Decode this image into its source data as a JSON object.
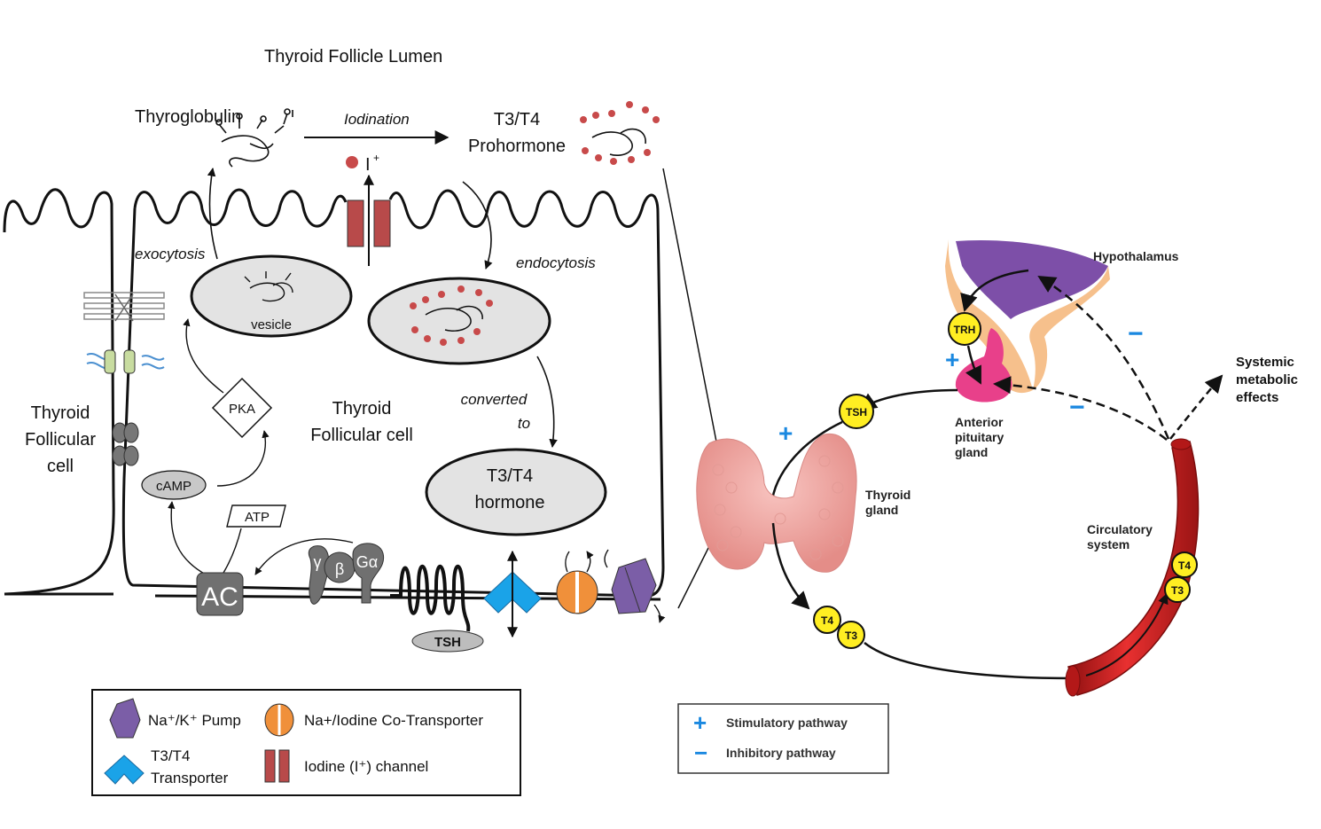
{
  "cell_panel": {
    "lumen_title": "Thyroid  Follicle Lumen",
    "thyroglobulin": "Thyroglobulin",
    "iodination": "Iodination",
    "prohormone_line1": "T3/T4",
    "prohormone_line2": "Prohormone",
    "iodide_label": "I",
    "iodide_charge": "+",
    "exocytosis": "exocytosis",
    "endocytosis": "endocytosis",
    "vesicle": "vesicle",
    "converted_line1": "converted",
    "converted_line2": "to",
    "hormone_line1": "T3/T4",
    "hormone_line2": "hormone",
    "cell_center_line1": "Thyroid",
    "cell_center_line2": "Follicular cell",
    "cell_left_line1": "Thyroid",
    "cell_left_line2": "Follicular",
    "cell_left_line3": "cell",
    "pka": "PKA",
    "camp": "cAMP",
    "atp": "ATP",
    "ac": "AC",
    "gamma": "γ",
    "beta": "β",
    "galpha": "Gα",
    "tsh_receptor_ligand": "TSH"
  },
  "legend_cell": {
    "pump": "Na⁺/K⁺ Pump",
    "cotransporter": "Na+/Iodine Co-Transporter",
    "transporter_line1": "T3/T4",
    "transporter_line2": "Transporter",
    "channel": "Iodine (I⁺) channel"
  },
  "axis_panel": {
    "hypothalamus": "Hypothalamus",
    "trh": "TRH",
    "anterior_line1": "Anterior",
    "anterior_line2": "pituitary",
    "anterior_line3": "gland",
    "tsh": "TSH",
    "thyroid_line1": "Thyroid",
    "thyroid_line2": "gland",
    "t4": "T4",
    "t3": "T3",
    "systemic_line1": "Systemic",
    "systemic_line2": "metabolic",
    "systemic_line3": "effects",
    "circ_line1": "Circulatory",
    "circ_line2": "system",
    "plus": "+",
    "minus": "−"
  },
  "legend_axis": {
    "stimulatory": "Stimulatory pathway",
    "inhibitory": "Inhibitory pathway"
  },
  "colors": {
    "pump": "#7b5ea7",
    "cotransporter": "#f0903a",
    "transporter": "#1aa3e8",
    "channel": "#b84a4a",
    "vesicle_fill": "#e3e3e3",
    "hormone_badge": "#ffee22",
    "vessel": "#d42020",
    "hypothalamus": "#7d4fa8",
    "pituitary": "#e8408a",
    "thyroid_gland": "#f0a8a4",
    "sign_blue": "#1a88e0"
  }
}
